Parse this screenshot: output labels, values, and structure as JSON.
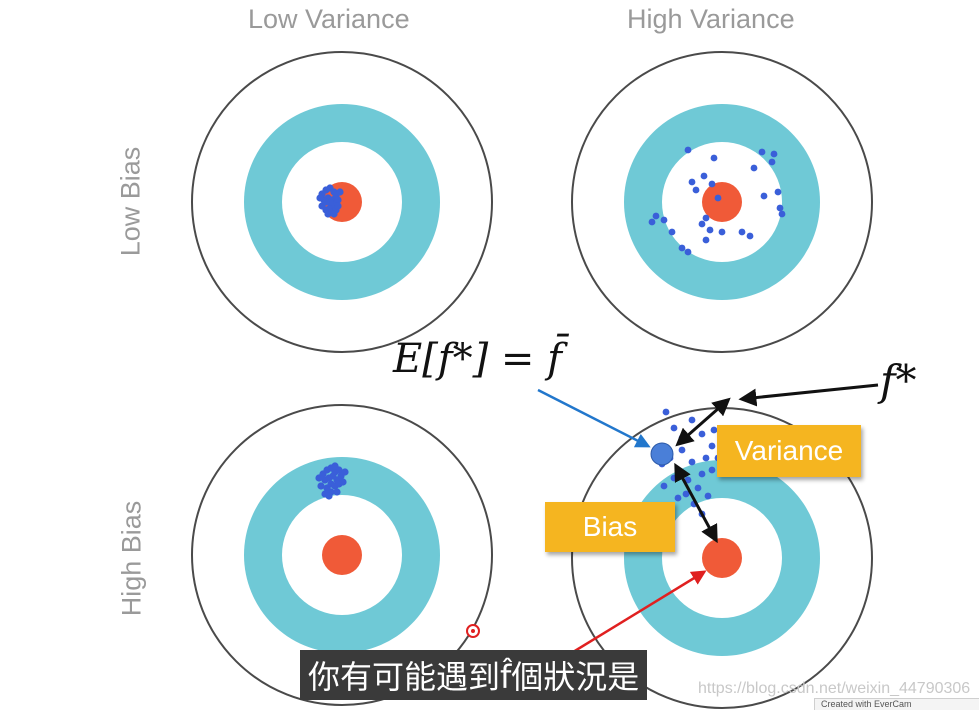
{
  "labels": {
    "low_variance": "Low Variance",
    "high_variance": "High Variance",
    "low_bias": "Low Bias",
    "high_bias": "High Bias",
    "expectation": "E[f*] = f̄",
    "f_star": "f*",
    "variance_box": "Variance",
    "bias_box": "Bias"
  },
  "subtitle": "你有可能遇到f̂個狀況是",
  "watermark": "https://blog.csdn.net/weixin_44790306",
  "corner_text": "Created with EverCam",
  "colors": {
    "ring_fill": "#6fc9d6",
    "bullseye": "#f05a38",
    "dots": "#3a5fd9",
    "mean_dot": "#4a7fd8",
    "label_box": "#f5b520",
    "blue_arrow": "#2277cc",
    "red_arrow": "#e02020",
    "black_arrow": "#111111"
  }
}
